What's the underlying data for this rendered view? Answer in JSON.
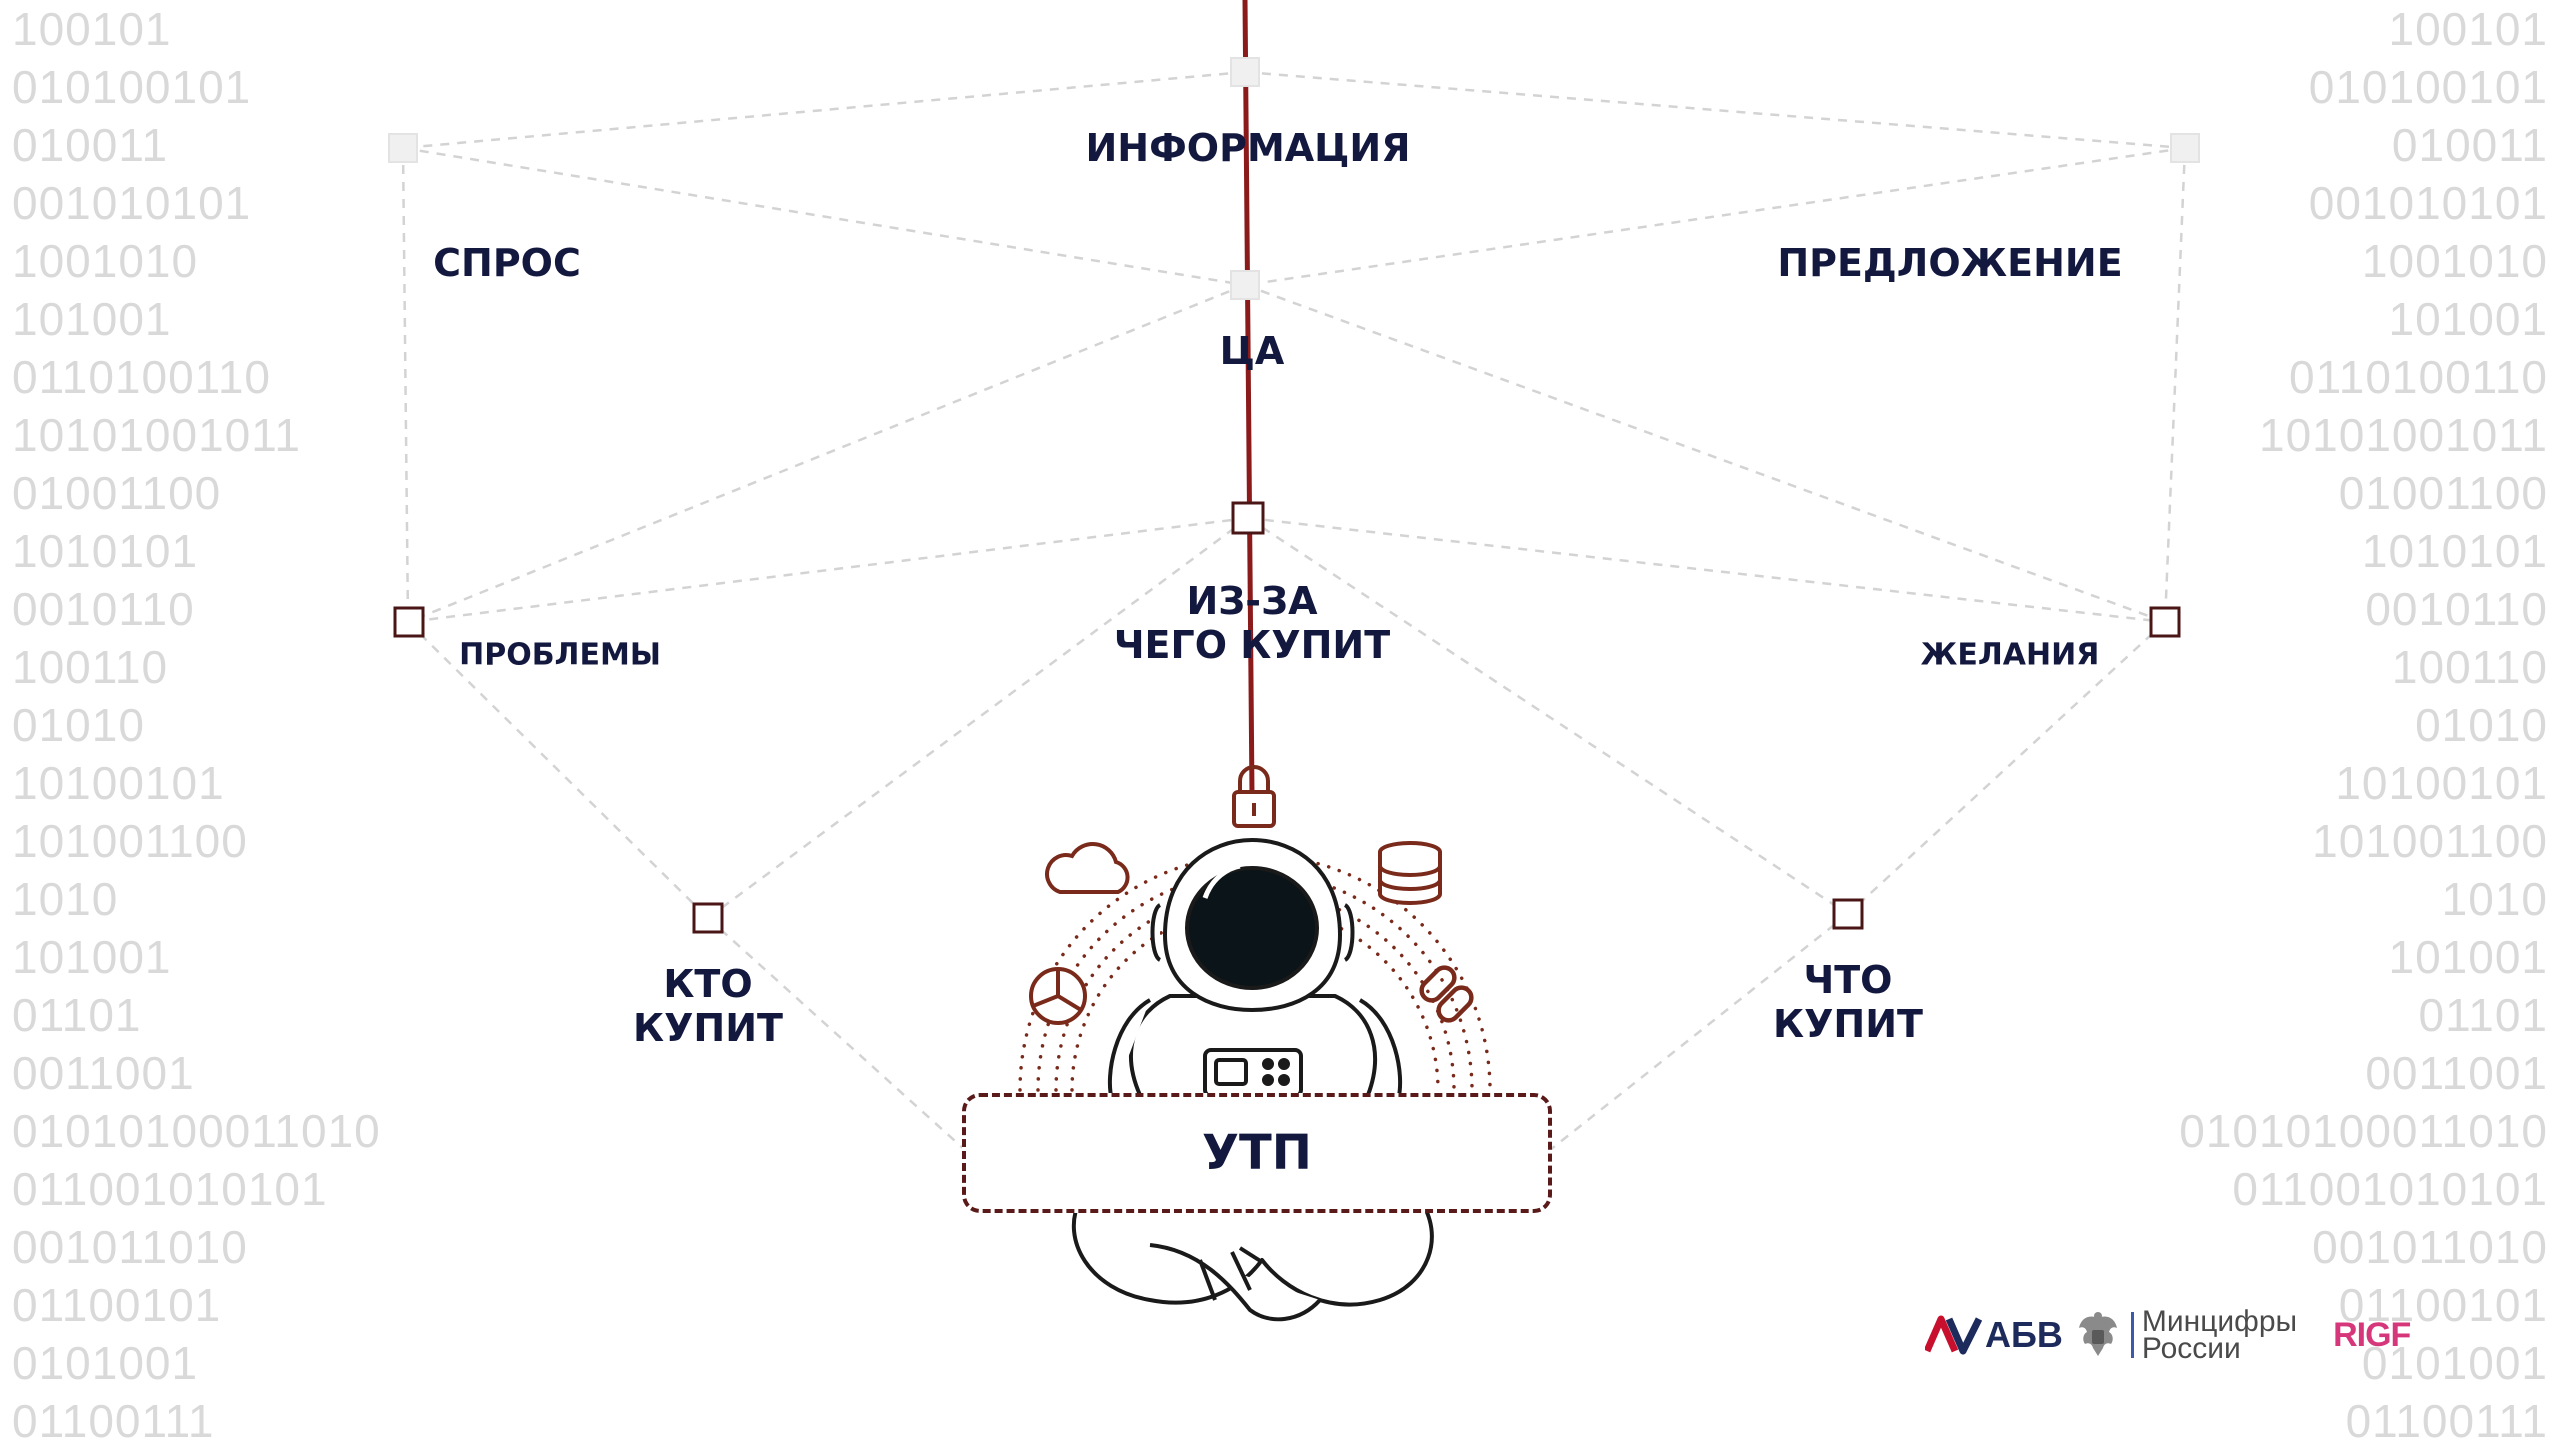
{
  "binary_left": [
    "100101",
    "010100101",
    "010011",
    "001010101",
    "1001010",
    "101001",
    "0110100110",
    "10101001011",
    "01001100",
    "1010101",
    "0010110",
    "100110",
    "01010",
    "10100101",
    "101001100",
    "1010",
    "101001",
    "01101",
    "0011001",
    "01010100011010",
    "011001010101",
    "001011010",
    "01100101",
    "0101001",
    "01100111"
  ],
  "binary_right": [
    "100101",
    "010100101",
    "010011",
    "001010101",
    "1001010",
    "101001",
    "0110100110",
    "10101001011",
    "01001100",
    "1010101",
    "0010110",
    "100110",
    "01010",
    "10100101",
    "101001100",
    "1010",
    "101001",
    "01101",
    "0011001",
    "01010100011010",
    "011001010101",
    "001011010",
    "01100101",
    "0101001",
    "01100111"
  ],
  "labels": {
    "information": "ИНФОРМАЦИЯ",
    "demand": "СПРОС",
    "supply": "ПРЕДЛОЖЕНИЕ",
    "target_audience": "ЦА",
    "why_buy_line1": "ИЗ-ЗА",
    "why_buy_line2": "ЧЕГО КУПИТ",
    "problems": "ПРОБЛЕМЫ",
    "desires": "ЖЕЛАНИЯ",
    "who_buys_line1": "КТО",
    "who_buys_line2": "КУПИТ",
    "what_buys_line1": "ЧТО",
    "what_buys_line2": "КУПИТ",
    "usp": "УТП"
  },
  "logos": {
    "abv_text": "АБВ",
    "ministry_line1": "Минцифры",
    "ministry_line2": "России",
    "rigf": "RIGF"
  },
  "icons": [
    "lock-icon",
    "cloud-icon",
    "database-icon",
    "pie-chart-icon",
    "link-icon",
    "astronaut-illustration",
    "russian-emblem-icon"
  ],
  "colors": {
    "accent_line": "#8b1a1a",
    "label_text": "#13183f",
    "dashed_connector": "#d0d0d0",
    "icon_brown": "#7a2a1a",
    "binary_text": "#d9d9d9",
    "rigf_pink": "#d6377a"
  }
}
